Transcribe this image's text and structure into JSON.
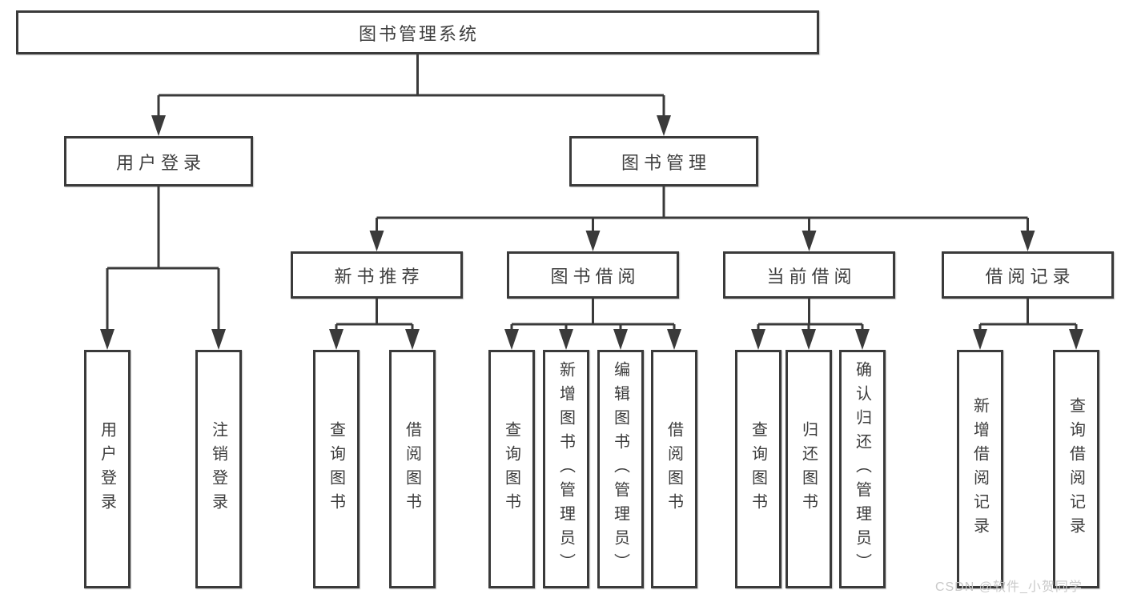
{
  "diagram": {
    "root": {
      "label": "图书管理系统"
    },
    "level2": [
      {
        "id": "user-login",
        "label": "用户登录"
      },
      {
        "id": "book-management",
        "label": "图书管理"
      }
    ],
    "level3": [
      {
        "id": "new-book-recommend",
        "parent": "book-management",
        "label": "新书推荐"
      },
      {
        "id": "book-borrowing",
        "parent": "book-management",
        "label": "图书借阅"
      },
      {
        "id": "current-borrowing",
        "parent": "book-management",
        "label": "当前借阅"
      },
      {
        "id": "borrowing-records",
        "parent": "book-management",
        "label": "借阅记录"
      }
    ],
    "level4": [
      {
        "parent": "user-login",
        "label": "用户登录"
      },
      {
        "parent": "user-login",
        "label": "注销登录"
      },
      {
        "parent": "new-book-recommend",
        "label": "查询图书"
      },
      {
        "parent": "new-book-recommend",
        "label": "借阅图书"
      },
      {
        "parent": "book-borrowing",
        "label": "查询图书"
      },
      {
        "parent": "book-borrowing",
        "label": "新增图书（管理员）"
      },
      {
        "parent": "book-borrowing",
        "label": "编辑图书（管理员）"
      },
      {
        "parent": "book-borrowing",
        "label": "借阅图书"
      },
      {
        "parent": "current-borrowing",
        "label": "查询图书"
      },
      {
        "parent": "current-borrowing",
        "label": "归还图书"
      },
      {
        "parent": "current-borrowing",
        "label": "确认归还（管理员）"
      },
      {
        "parent": "borrowing-records",
        "label": "新增借阅记录"
      },
      {
        "parent": "borrowing-records",
        "label": "查询借阅记录"
      }
    ]
  },
  "watermark": {
    "text": "CSDN @软件_小贺同学"
  },
  "colors": {
    "line": "#3a3a3a",
    "text": "#3d3d3d",
    "watermark": "#c9c9c9",
    "background": "#ffffff"
  }
}
